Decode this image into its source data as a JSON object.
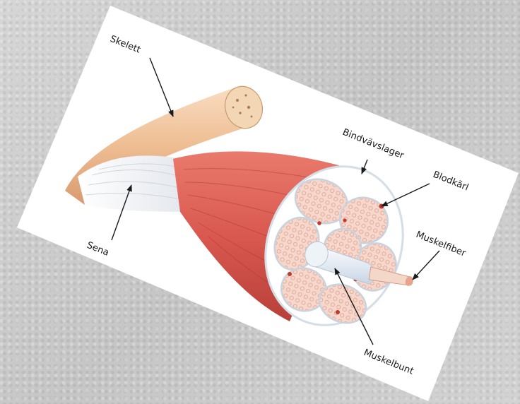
{
  "labels": {
    "skeleton": "Skelett",
    "tendon": "Sena",
    "connective_layer": "Bindvävslager",
    "blood_vessel": "Blodkärl",
    "muscle_fiber": "Muskelfiber",
    "muscle_bundle": "Muskelbunt"
  },
  "colors": {
    "background": "#cfcfcf",
    "card": "#ffffff",
    "muscle": "#d9584f",
    "muscle_dark": "#b8403a",
    "bone": "#f0c8a0",
    "tendon": "#e9ecef",
    "fascicle": "#f6d7cc",
    "vessel": "#c0392b"
  }
}
